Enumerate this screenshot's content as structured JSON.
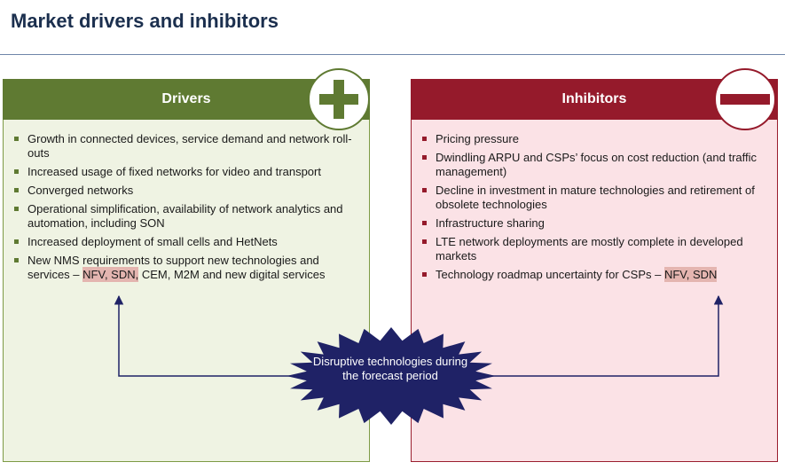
{
  "title": "Market drivers and inhibitors",
  "drivers": {
    "header": "Drivers",
    "badge_icon": "plus-icon",
    "items": [
      {
        "text": "Growth in connected devices, service demand and network roll-outs"
      },
      {
        "text": "Increased usage of fixed networks for video and transport"
      },
      {
        "text": "Converged networks"
      },
      {
        "text": "Operational simplification, availability of network analytics and automation, including SON"
      },
      {
        "text": "Increased deployment of small cells and HetNets"
      },
      {
        "pre": "New NMS requirements to support new technologies and services – ",
        "highlight": "NFV, SDN,",
        "post": " CEM, M2M and new digital services"
      }
    ]
  },
  "inhibitors": {
    "header": "Inhibitors",
    "badge_icon": "minus-icon",
    "items": [
      {
        "text": "Pricing pressure"
      },
      {
        "text": "Dwindling ARPU and CSPs’ focus on cost reduction (and traffic management)"
      },
      {
        "text": "Decline in investment in mature technologies and retirement of obsolete technologies"
      },
      {
        "text": "Infrastructure sharing"
      },
      {
        "text": "LTE network deployments are mostly complete in developed markets"
      },
      {
        "pre": "Technology roadmap uncertainty for CSPs – ",
        "highlight": "NFV, SDN",
        "post": ""
      }
    ]
  },
  "callout": {
    "text": "Disruptive technologies during the forecast period"
  },
  "colors": {
    "drivers_accent": "#5f7a32",
    "drivers_bg": "#eff3e3",
    "inhibitors_accent": "#951a2b",
    "inhibitors_bg": "#fbe2e6",
    "callout_fill": "#1f2266",
    "highlight": "#e4b5b0",
    "title": "#1b2f4e"
  }
}
